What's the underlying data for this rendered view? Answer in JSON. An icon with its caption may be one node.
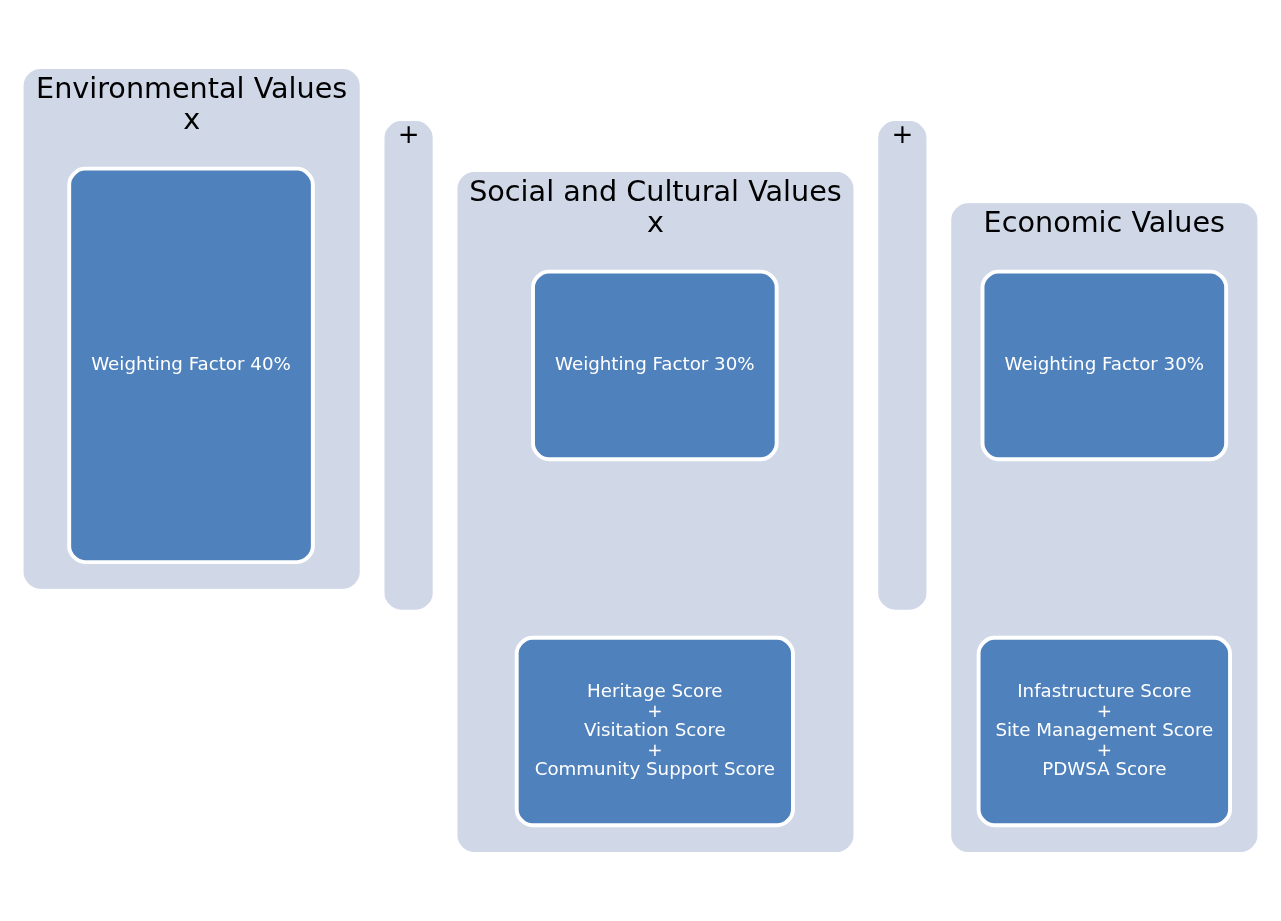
{
  "diagram": {
    "nodes": [
      {
        "text": [
          "Environmental Values",
          "x"
        ]
      },
      {
        "text": [
          "Weighting Factor 40%"
        ],
        "in": 0
      },
      {
        "text": [
          "+"
        ]
      },
      {
        "text": [
          "Social and Cultural Values",
          "x"
        ]
      },
      {
        "text": [
          "Weighting Factor 30%"
        ],
        "in": 3
      },
      {
        "text": [
          "Heritage Score",
          "+",
          "Visitation Score",
          "+",
          "Community Support Score"
        ],
        "in": 3
      },
      {
        "text": [
          "+"
        ]
      },
      {
        "text": [
          "Economic Values"
        ]
      },
      {
        "text": [
          "Weighting Factor 30%"
        ],
        "in": 7
      },
      {
        "text": [
          "Infastructure Score",
          "+",
          "Site Management Score",
          "+",
          "PDWSA Score"
        ],
        "in": 7
      }
    ]
  }
}
